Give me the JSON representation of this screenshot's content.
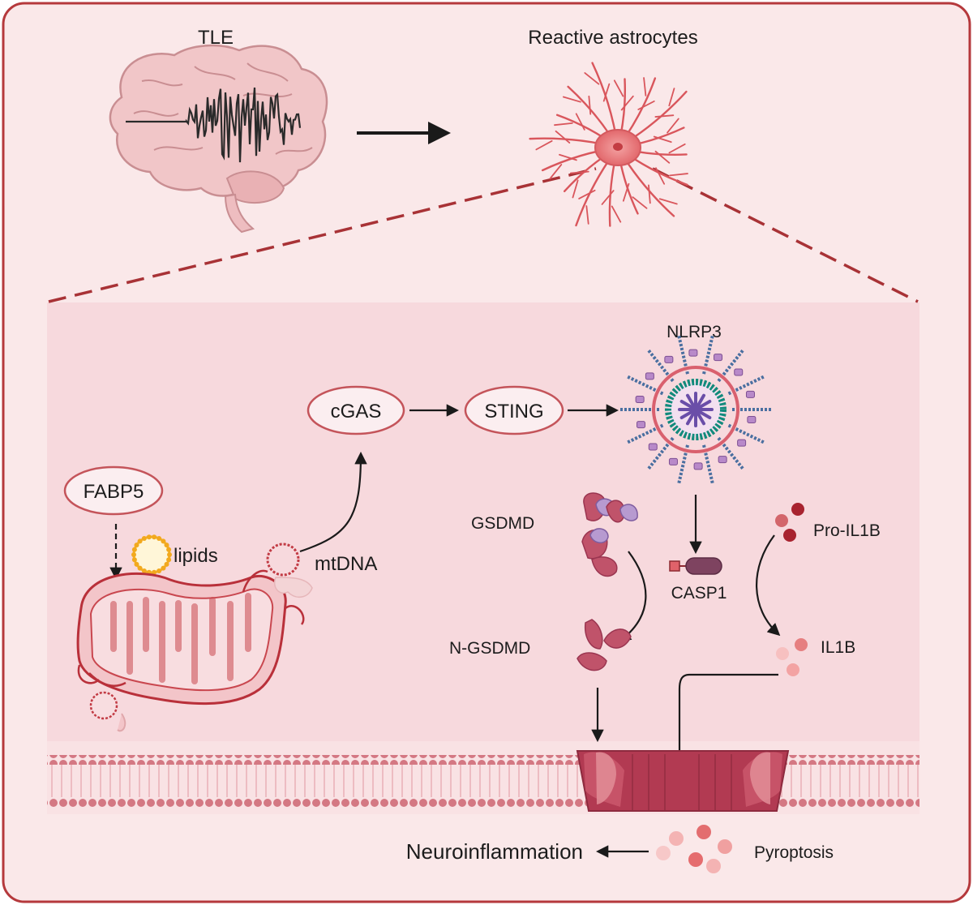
{
  "top": {
    "tle_label": "TLE",
    "astro_label": "Reactive astrocytes"
  },
  "pathway": {
    "fabp5": "FABP5",
    "lipids": "lipids",
    "mtdna": "mtDNA",
    "cgas": "cGAS",
    "sting": "STING",
    "nlrp3": "NLRP3",
    "gsdmd": "GSDMD",
    "casp1": "CASP1",
    "pro_il1b": "Pro-IL1B",
    "il1b": "IL1B",
    "n_gsdmd": "N-GSDMD",
    "pyroptosis": "Pyroptosis",
    "neuroinflammation": "Neuroinflammation"
  },
  "colors": {
    "frame_border": "#b5393c",
    "frame_fill": "#fae8e9",
    "inner_fill": "#f7d9dd",
    "dashed": "#a83236",
    "ellipse_stroke": "#c4545a",
    "membrane": "#d47883",
    "pore": "#b23a52"
  }
}
